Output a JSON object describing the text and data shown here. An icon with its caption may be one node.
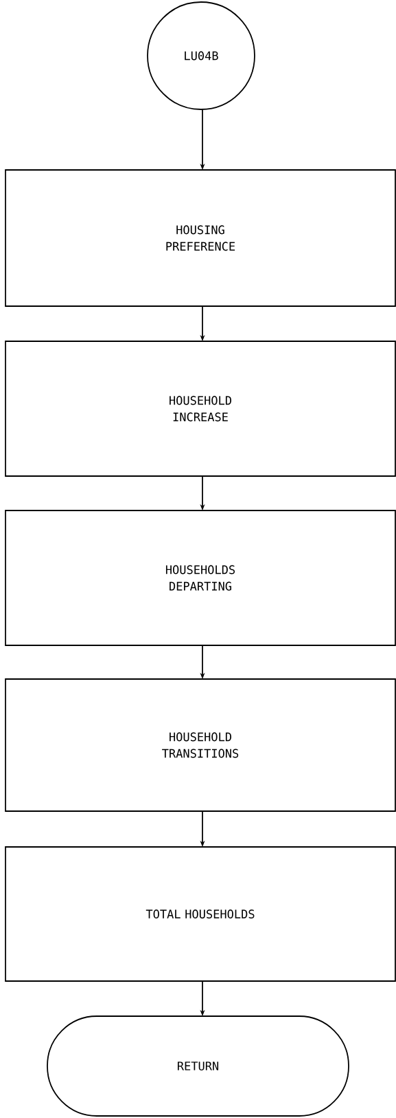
{
  "diagram": {
    "nodes": [
      {
        "text": [
          "LU04B"
        ]
      },
      {
        "text": [
          "HOUSING PREFERENCE"
        ]
      },
      {
        "text": [
          "HOUSEHOLD INCREASE"
        ]
      },
      {
        "text": [
          "HOUSEHOLDS DEPARTING"
        ]
      },
      {
        "text": [
          "HOUSEHOLD TRANSITIONS"
        ]
      },
      {
        "text": [
          "TOTAL HOUSEHOLDS"
        ]
      },
      {
        "text": [
          "RETURN"
        ]
      }
    ],
    "edges": [
      {
        "from": 0,
        "to": 1,
        "arrow": "to"
      },
      {
        "from": 1,
        "to": 2,
        "arrow": "to"
      },
      {
        "from": 2,
        "to": 3,
        "arrow": "to"
      },
      {
        "from": 3,
        "to": 4,
        "arrow": "to"
      },
      {
        "from": 4,
        "to": 5,
        "arrow": "to"
      },
      {
        "from": 5,
        "to": 6,
        "arrow": "to"
      }
    ]
  }
}
